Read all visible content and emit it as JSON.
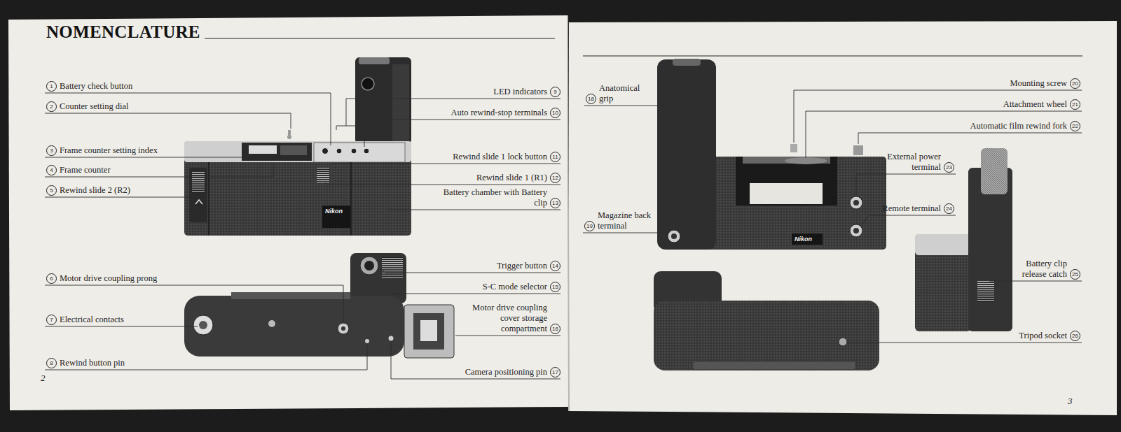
{
  "diagram": {
    "title": "NOMENCLATURE",
    "labels": [
      "1",
      "Battery check button",
      "2",
      "Counter setting dial",
      "3",
      "Frame counter setting index",
      "4",
      "Frame counter",
      "5",
      "Rewind slide 2 (R2)",
      "6",
      "Motor drive coupling prong",
      "7",
      "Electrical contacts",
      "8",
      "Rewind button pin",
      "LED indicators",
      "9",
      "Auto rewind-stop terminals",
      "10",
      "Rewind slide 1 lock button",
      "11",
      "Rewind slide 1 (R1)",
      "12",
      "Battery chamber with Battery clip",
      "13",
      "Trigger button",
      "14",
      "S-C mode selector",
      "15",
      "Motor drive coupling cover storage compartment",
      "16",
      "Camera positioning pin",
      "17",
      "2",
      "18",
      "Anatomical grip",
      "19",
      "Magazine back terminal",
      "Mounting screw",
      "20",
      "Attachment wheel",
      "21",
      "Automatic film rewind fork",
      "22",
      "External power terminal",
      "23",
      "Remote terminal",
      "24",
      "Battery clip release catch",
      "25",
      "Tripod socket",
      "26",
      "3",
      "Nikon",
      "Nikon"
    ]
  }
}
